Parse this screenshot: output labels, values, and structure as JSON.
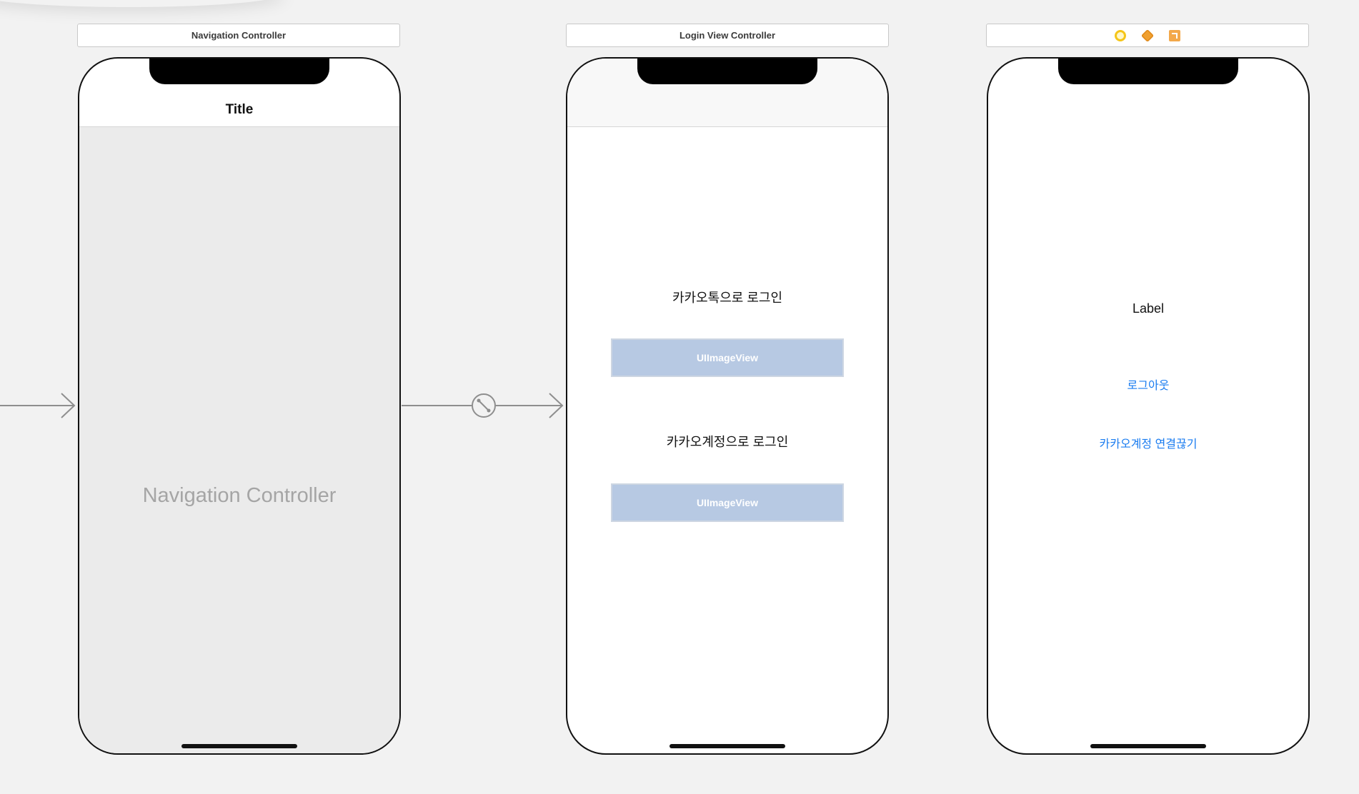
{
  "scenes": {
    "navigation_controller": {
      "bar_title": "Navigation Controller",
      "nav_title": "Title",
      "placeholder": "Navigation Controller"
    },
    "login_view_controller": {
      "bar_title": "Login View Controller",
      "kakaotalk_label": "카카오톡으로 로그인",
      "image_view_1": "UIImageView",
      "account_label": "카카오계정으로 로그인",
      "image_view_2": "UIImageView"
    },
    "third_scene": {
      "dock_icons": [
        "view-controller-icon",
        "first-responder-icon",
        "exit-icon"
      ],
      "label": "Label",
      "logout_button": "로그아웃",
      "unlink_button": "카카오계정 연결끊기"
    }
  },
  "colors": {
    "canvas": "#f2f2f2",
    "image_view_fill": "#b7c9e3",
    "link": "#1a7cf0",
    "placeholder_text": "#a5a5a5"
  }
}
